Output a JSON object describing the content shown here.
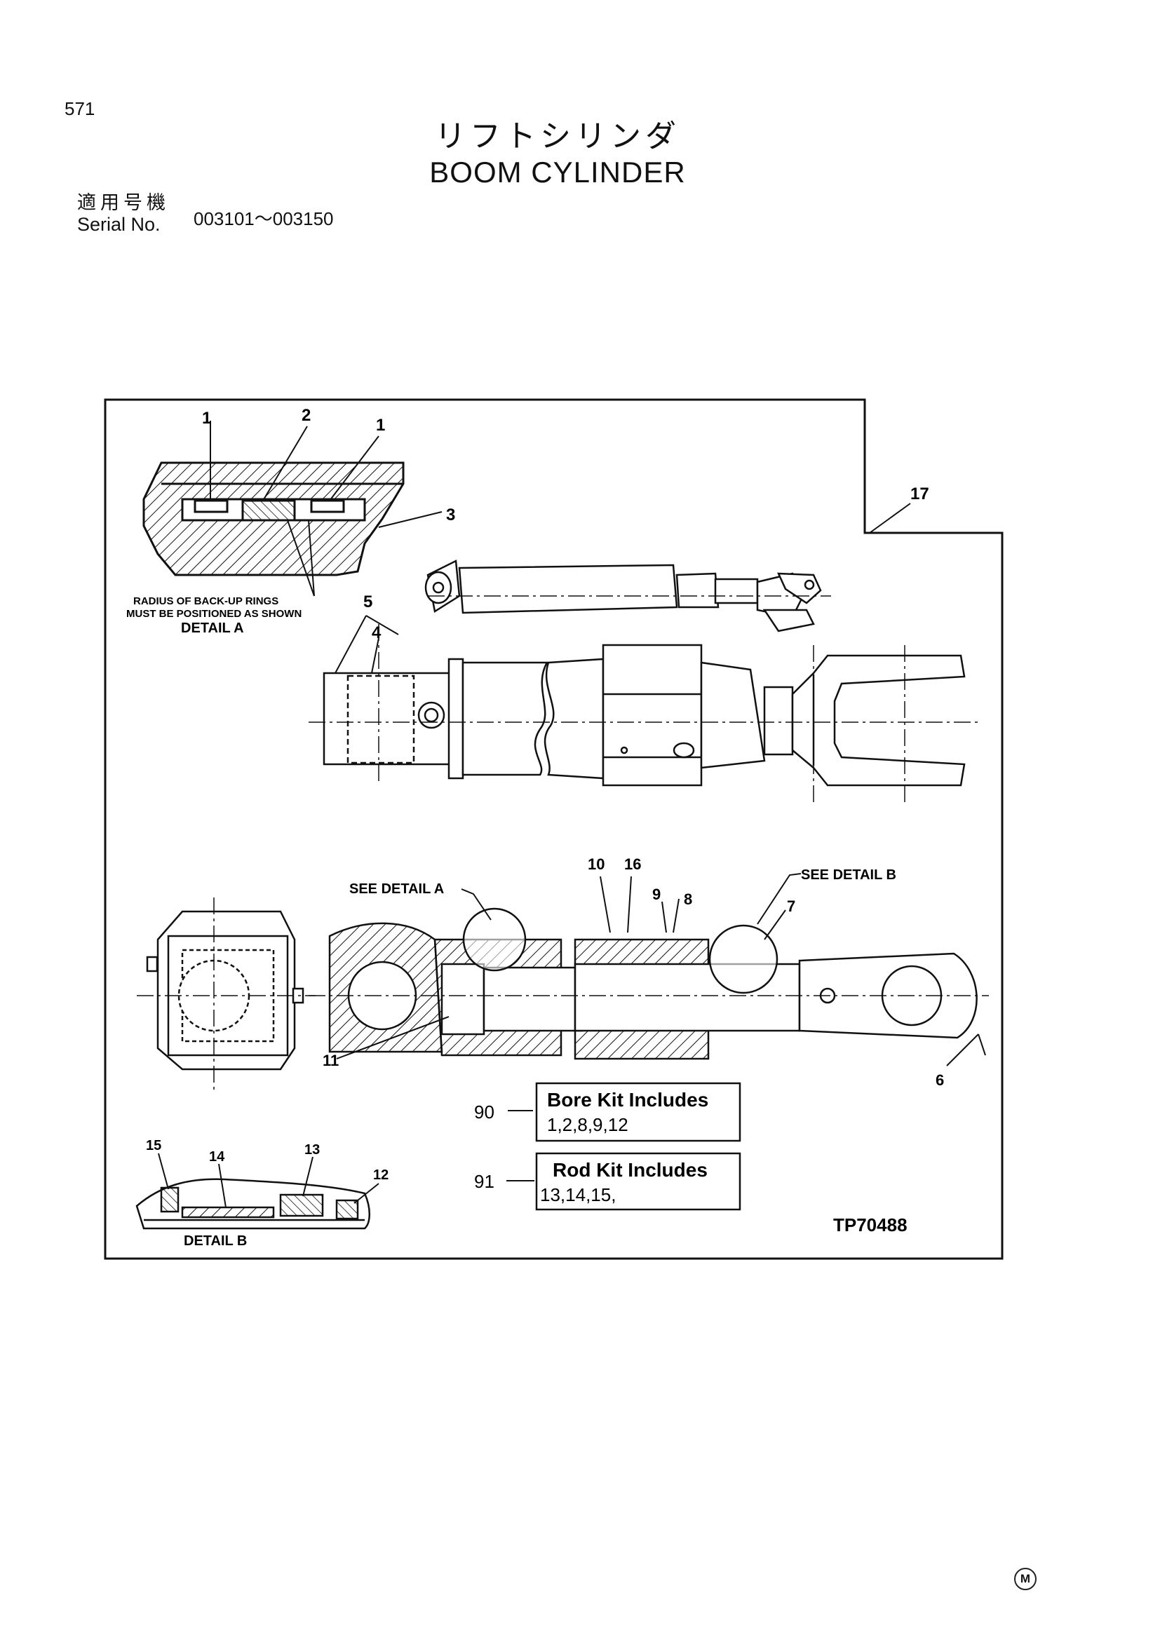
{
  "page": {
    "number": "571"
  },
  "title": {
    "japanese": "リフトシリンダ",
    "english": "BOOM  CYLINDER"
  },
  "serial": {
    "label_jp": "適用号機",
    "label_en": "Serial No.",
    "value": "003101～003150"
  },
  "callouts": {
    "n1a": "1",
    "n2": "2",
    "n1b": "1",
    "n3": "3",
    "n17": "17",
    "n5": "5",
    "n4": "4",
    "n10": "10",
    "n16": "16",
    "n9": "9",
    "n8": "8",
    "n7": "7",
    "n11": "11",
    "n6": "6",
    "n15": "15",
    "n14": "14",
    "n13": "13",
    "n12": "12",
    "n90": "90",
    "n91": "91"
  },
  "notes": {
    "radius_line1": "RADIUS OF BACK-UP RINGS",
    "radius_line2": "MUST BE POSITIONED AS SHOWN",
    "detail_a": "DETAIL A",
    "detail_b": "DETAIL B",
    "see_detail_a": "SEE DETAIL A",
    "see_detail_b": "SEE DETAIL B",
    "drawing_code": "TP70488"
  },
  "kits": {
    "bore": {
      "title": "Bore Kit Includes",
      "items": "1,2,8,9,12"
    },
    "rod": {
      "title": "Rod Kit Includes",
      "items": "13,14,15,"
    }
  },
  "mark": "M",
  "colors": {
    "ink": "#111111",
    "paper": "#ffffff"
  }
}
